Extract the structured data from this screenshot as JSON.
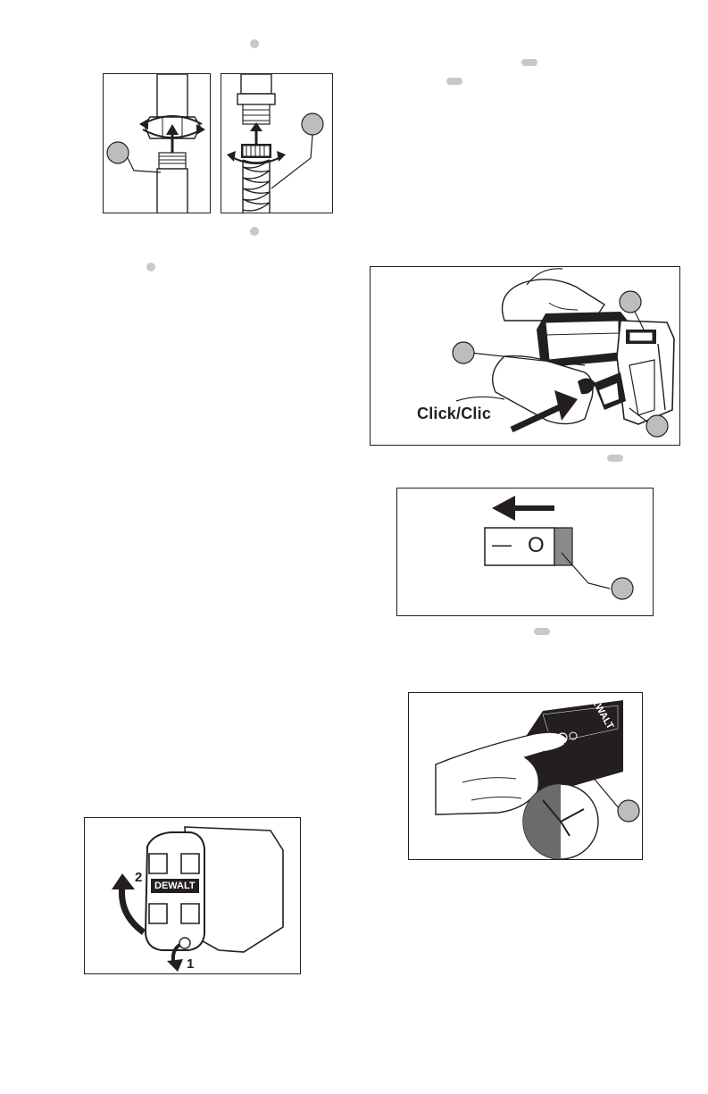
{
  "figures": {
    "hose_connection": {
      "left_panel": {
        "callout_icon": "callout-circle"
      },
      "right_panel": {
        "callout_icon": "callout-circle"
      }
    },
    "battery_insert": {
      "action_text": "Click/Clic",
      "callouts": [
        "callout-circle",
        "callout-circle",
        "callout-circle"
      ]
    },
    "power_switch": {
      "symbol_off": "—",
      "symbol_on": "O",
      "arrow_icon": "arrow-left-icon"
    },
    "timer_button": {
      "brand": "DEWALT",
      "callout_icon": "callout-circle"
    },
    "cover_removal": {
      "brand": "DEWALT",
      "step_1": "1",
      "step_2": "2"
    }
  },
  "colors": {
    "ink": "#231f20",
    "callout_fill": "#bdbdbd",
    "timer_shade": "#6b6b6b",
    "placeholder_marker": "#c8c8c8"
  }
}
